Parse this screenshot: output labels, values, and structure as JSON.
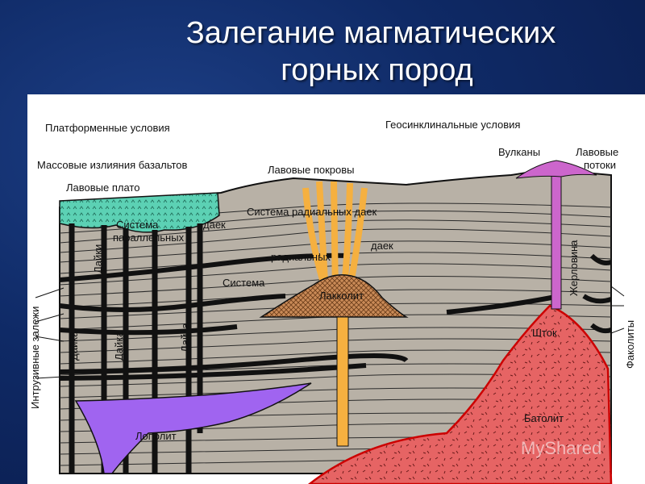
{
  "title": {
    "line1": "Залегание магматических",
    "line2": "горных пород"
  },
  "labels": {
    "platform_conditions": "Платформенные условия",
    "geosyncline_conditions": "Геосинклинальные условия",
    "mass_basalt": "Массовые излияния базальтов",
    "lava_plateau": "Лавовые плато",
    "lava_covers": "Лавовые покровы",
    "volcanoes": "Вулканы",
    "lava_flows_1": "Лавовые",
    "lava_flows_2": "потоки",
    "radial_dikes_system": "Система радиальных даек",
    "dike_word": "даек",
    "parallel_system_1": "Система",
    "parallel_system_2": "параллельных",
    "dikes_vertical": "Дайки",
    "dike_vertical": "Дайка",
    "radial": "радиальных",
    "dikes_r": "даек",
    "system": "Система",
    "laccolith": "Лакколит",
    "vent": "Жерловина",
    "stock": "Шток",
    "batholith": "Батолит",
    "lopolith": "Лополит",
    "intrusive_deposits": "Интрузивные залежи",
    "phacoliths": "Факолиты"
  },
  "watermark": "MyShared",
  "colors": {
    "strata": "#b8b1a6",
    "plateau": "#5cd1b4",
    "lopolith": "#a064f0",
    "laccolith": "#c98a57",
    "radial_dikes": "#f5b040",
    "batholith": "#e66464",
    "volcano": "#cc66cc"
  }
}
